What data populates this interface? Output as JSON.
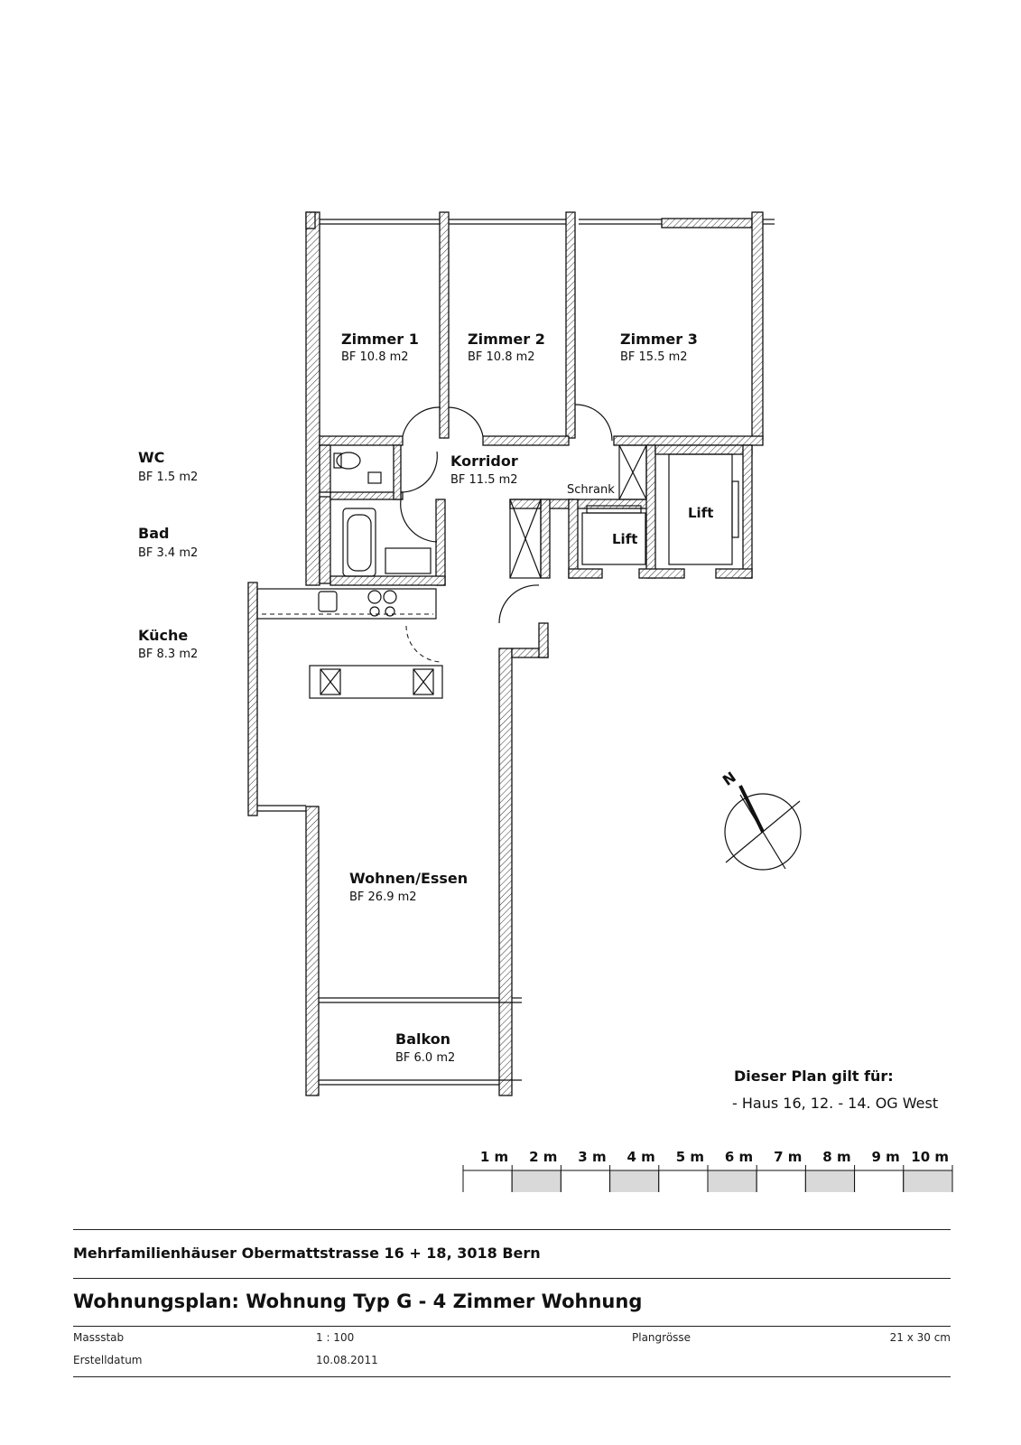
{
  "rooms": [
    {
      "key": "zimmer1",
      "name": "Zimmer 1",
      "area": "BF  10.8 m2"
    },
    {
      "key": "zimmer2",
      "name": "Zimmer 2",
      "area": "BF  10.8 m2"
    },
    {
      "key": "zimmer3",
      "name": "Zimmer 3",
      "area": "BF  15.5 m2"
    },
    {
      "key": "korridor",
      "name": "Korridor",
      "area": "BF 11.5 m2"
    },
    {
      "key": "wohnen",
      "name": "Wohnen/Essen",
      "area": "BF 26.9 m2"
    },
    {
      "key": "balkon",
      "name": "Balkon",
      "area": "BF 6.0 m2"
    }
  ],
  "side_labels": [
    {
      "key": "wc",
      "name": "WC",
      "area": "BF 1.5 m2"
    },
    {
      "key": "bad",
      "name": "Bad",
      "area": "BF 3.4 m2"
    },
    {
      "key": "kueche",
      "name": "Küche",
      "area": "BF 8.3 m2"
    }
  ],
  "other_labels": {
    "schrank": "Schrank",
    "lift_left": "Lift",
    "lift_right": "Lift",
    "north": "N"
  },
  "note": {
    "title": "Dieser Plan gilt für:",
    "line": "- Haus 16, 12. - 14. OG West"
  },
  "scale_bar": {
    "labels": [
      "1 m",
      "2 m",
      "3 m",
      "4 m",
      "5 m",
      "6 m",
      "7 m",
      "8 m",
      "9 m",
      "10 m"
    ],
    "fill_color": "#d9d9d9"
  },
  "footer": {
    "project": "Mehrfamilienhäuser Obermattstrasse 16 + 18, 3018 Bern",
    "title": "Wohnungsplan: Wohnung Typ G - 4 Zimmer Wohnung",
    "massstab_label": "Massstab",
    "massstab_value": "1 : 100",
    "plangroesse_label": "Plangrösse",
    "plangroesse_value": "21 x 30 cm",
    "erstelldatum_label": "Erstelldatum",
    "erstelldatum_value": "10.08.2011"
  },
  "colors": {
    "line": "#111111",
    "scale_fill": "#d9d9d9"
  }
}
